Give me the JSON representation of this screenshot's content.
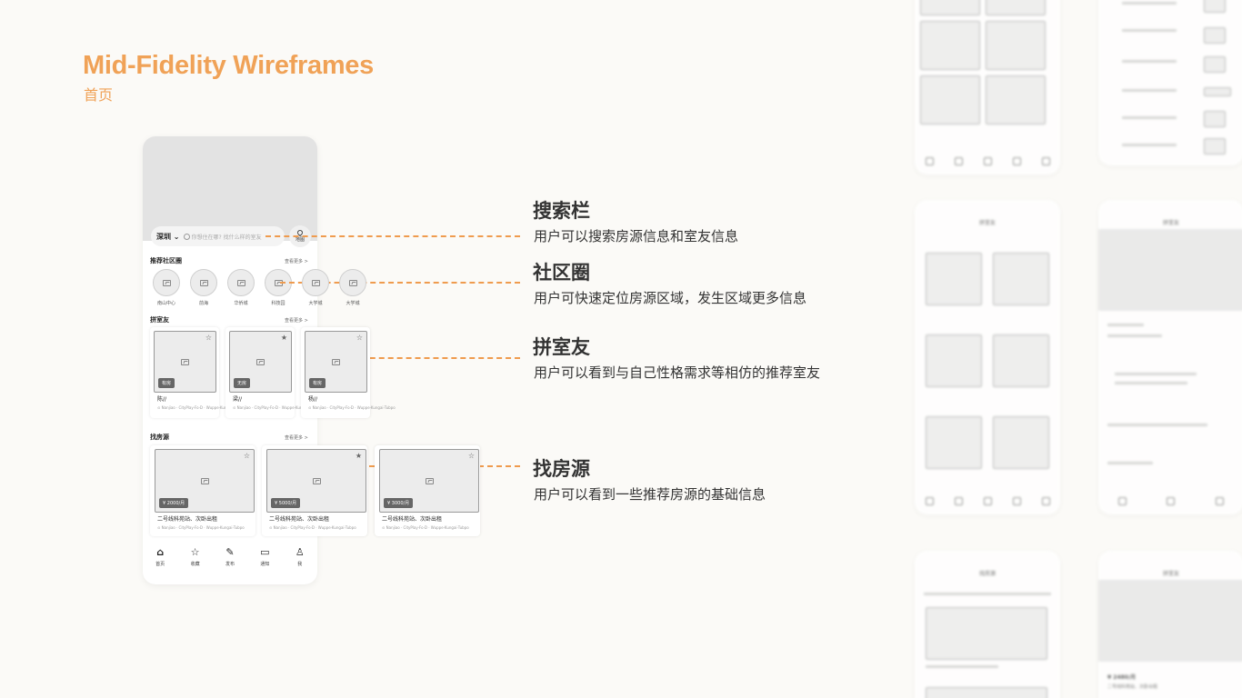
{
  "header": {
    "title": "Mid-Fidelity Wireframes",
    "subtitle": "首页"
  },
  "phone": {
    "search": {
      "city": "深圳",
      "placeholder": "你想住在哪? 找什么样的室友",
      "map_label": "地图"
    },
    "community": {
      "title": "推荐社区圈",
      "more": "查看更多 >",
      "items": [
        {
          "label": "南山中心"
        },
        {
          "label": "前海"
        },
        {
          "label": "华侨城"
        },
        {
          "label": "科技园"
        },
        {
          "label": "大学城"
        },
        {
          "label": "大学城"
        }
      ]
    },
    "roommates": {
      "title": "拼室友",
      "more": "查看更多 >",
      "items": [
        {
          "name": "陈//",
          "tag": "有房",
          "starred": false,
          "loc": "Nanjiao · CityPlay·Fo·D · Wuppe·Kungai·Tubpo"
        },
        {
          "name": "梁//",
          "tag": "无房",
          "starred": true,
          "loc": "Nanjiao · CityPlay·Fo·D · Wuppe·Kungai·Tubpo"
        },
        {
          "name": "杨//",
          "tag": "有房",
          "starred": false,
          "loc": "Nanjiao · CityPlay·Fo·D · Wuppe·Kungai·Tubpo"
        }
      ]
    },
    "houses": {
      "title": "找房源",
      "more": "查看更多 >",
      "items": [
        {
          "price": "¥ 2000/月",
          "name": "二号线科苑站、次卧出租",
          "starred": false,
          "loc": "Nanjiao · CityPlay·Fo·D · Wuppe·Kungai·Tubpo"
        },
        {
          "price": "¥ 5000/月",
          "name": "二号线科苑站、次卧出租",
          "starred": true,
          "loc": "Nanjiao · CityPlay·Fo·D · Wuppe·Kungai·Tubpo"
        },
        {
          "price": "¥ 3000/月",
          "name": "二号线科苑站、次卧出租",
          "starred": false,
          "loc": "Nanjiao · CityPlay·Fo·D · Wuppe·Kungai·Tubpo"
        }
      ]
    },
    "tabs": [
      {
        "label": "首页",
        "icon": "home-icon"
      },
      {
        "label": "收藏",
        "icon": "star-icon"
      },
      {
        "label": "发布",
        "icon": "edit-icon"
      },
      {
        "label": "通知",
        "icon": "inbox-icon"
      },
      {
        "label": "我",
        "icon": "user-icon"
      }
    ]
  },
  "annotations": [
    {
      "title": "搜索栏",
      "desc": "用户可以搜索房源信息和室友信息"
    },
    {
      "title": "社区圈",
      "desc": "用户可快速定位房源区域，发生区域更多信息"
    },
    {
      "title": "拼室友",
      "desc": "用户可以看到与自己性格需求等相仿的推荐室友"
    },
    {
      "title": "找房源",
      "desc": "用户可以看到一些推荐房源的基础信息"
    }
  ],
  "ghost_screens": {
    "roommate_list_title": "拼室友",
    "roommate_detail_title": "拼室友",
    "house_list_title": "找房源",
    "house_detail_title": "拼室友",
    "house_detail_price": "¥ 2480/月",
    "house_detail_name": "二号线科苑站、次卧出租"
  },
  "colors": {
    "accent": "#f0a257",
    "dash": "#ef9b4e"
  }
}
